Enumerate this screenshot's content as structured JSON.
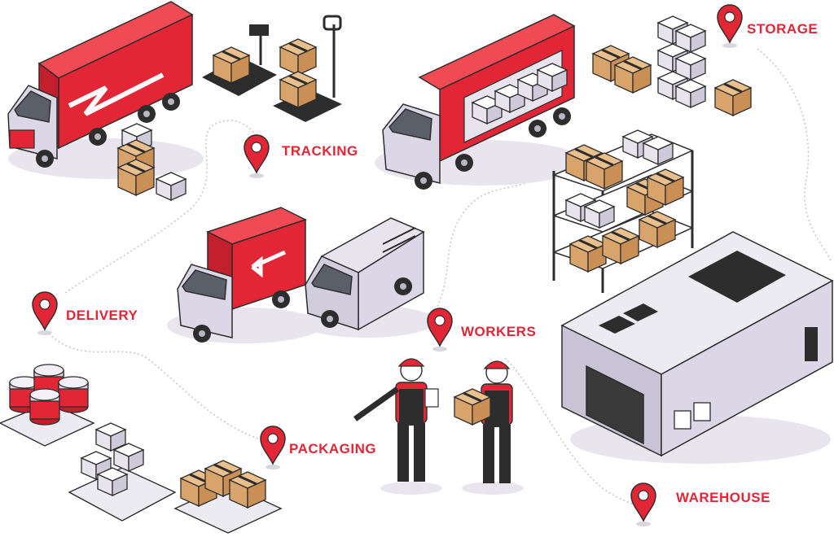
{
  "labels": {
    "storage": "STORAGE",
    "tracking": "TRACKING",
    "delivery": "DELIVERY",
    "workers": "WORKERS",
    "packaging": "PACKAGING",
    "warehouse": "WAREHOUSE"
  },
  "colors": {
    "accent": "#e32636",
    "cardboard": "#d9a46b",
    "light_gray": "#dcd7e6",
    "dark": "#2d2d2d"
  },
  "icons": [
    "location-pin-icon"
  ]
}
